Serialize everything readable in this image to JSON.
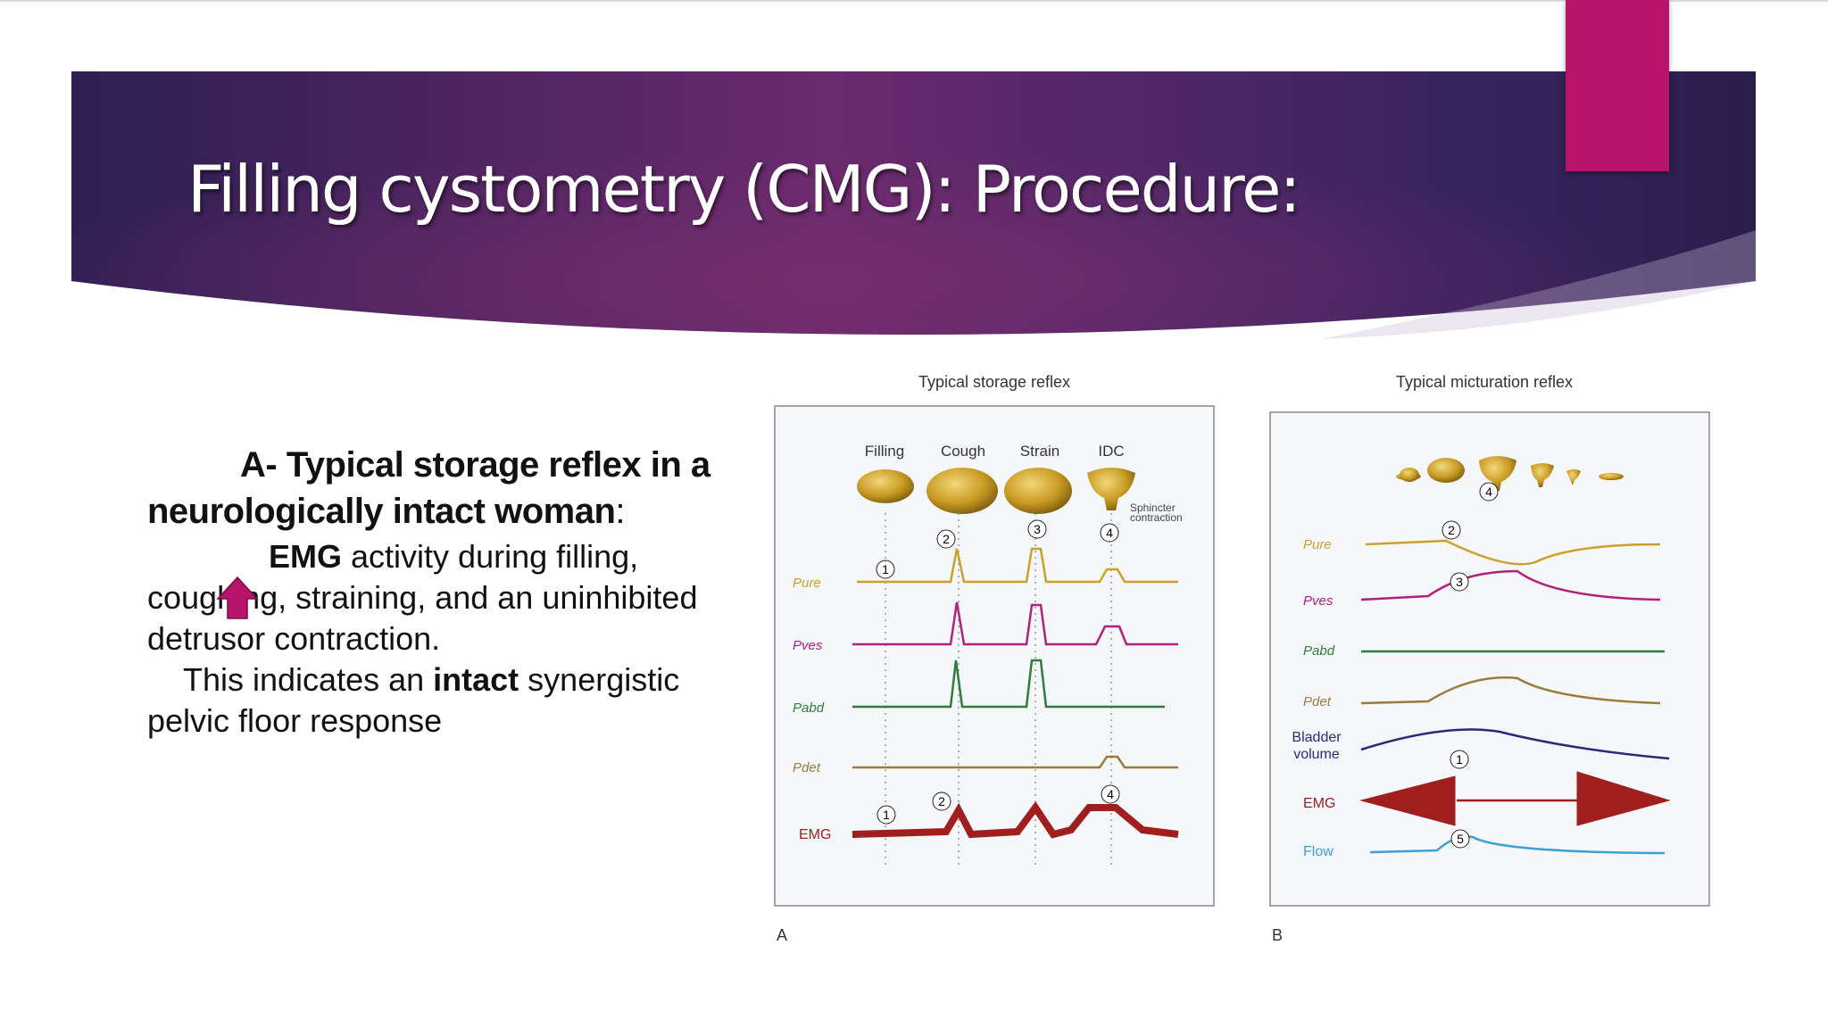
{
  "slide": {
    "title": "Filling cystometry (CMG): Procedure:",
    "colors": {
      "banner_dark": "#2b1f4e",
      "banner_mid": "#5a2a6b",
      "accent": "#b7146a"
    }
  },
  "body": {
    "heading_part1": "A- Typical storage reflex in a neurologically intact woman",
    "heading_colon": ":",
    "emg_bold": "EMG",
    "emg_rest": " activity during filling, coughing, straining, and an uninhibited detrusor contraction.",
    "intact_pre": "This indicates an ",
    "intact_bold": "intact",
    "intact_post": " synergistic pelvic floor response"
  },
  "figure": {
    "panel_a": {
      "title": "Typical storage reflex",
      "letter": "A",
      "columns": [
        "Filling",
        "Cough",
        "Strain",
        "IDC"
      ],
      "sphincter_label_1": "Sphincter",
      "sphincter_label_2": "contraction",
      "rows": [
        "Pure",
        "Pves",
        "Pabd",
        "Pdet",
        "EMG"
      ],
      "markers": [
        "1",
        "2",
        "3",
        "4",
        "1",
        "2",
        "4"
      ]
    },
    "panel_b": {
      "title": "Typical micturation reflex",
      "letter": "B",
      "rows": [
        "Pure",
        "Pves",
        "Pabd",
        "Pdet",
        "Bladder",
        "volume",
        "EMG",
        "Flow"
      ],
      "markers": [
        "4",
        "2",
        "3",
        "1",
        "5"
      ]
    },
    "trace_colors": {
      "pure": "#c9a227",
      "pves": "#b0217e",
      "pabd": "#2e7d3a",
      "pdet": "#9a7b3c",
      "volume": "#2a2a7a",
      "emg": "#a01e1e",
      "flow": "#3aa0d6"
    }
  }
}
